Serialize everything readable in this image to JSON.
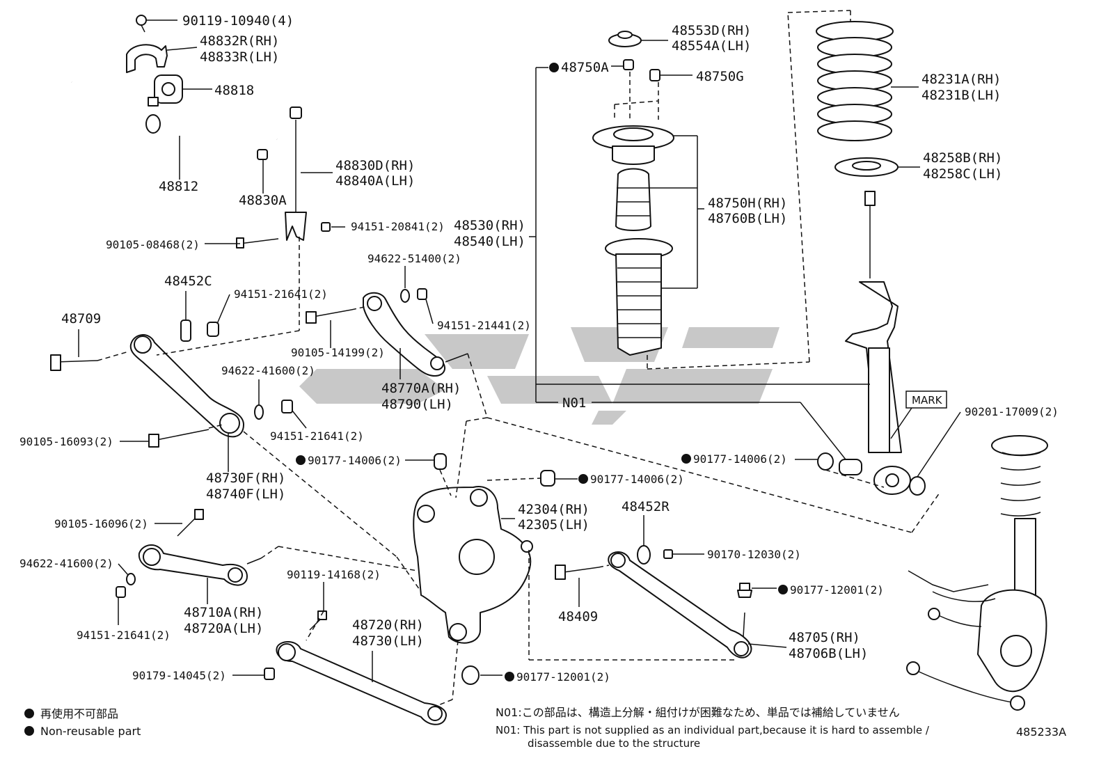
{
  "labels": {
    "p1": "90119-10940(4)",
    "p2a": "48832R(RH)",
    "p2b": "48833R(LH)",
    "p3": "48818",
    "p4": "48812",
    "p5": "48830A",
    "p6a": "48830D(RH)",
    "p6b": "48840A(LH)",
    "p7": "94151-20841(2)",
    "p8": "90105-08468(2)",
    "p9": "94622-51400(2)",
    "p10": "48452C",
    "p11": "94151-21641(2)",
    "p12": "94151-21441(2)",
    "p13": "48709",
    "p14": "90105-14199(2)",
    "p15a": "48770A(RH)",
    "p15b": "48790(LH)",
    "p16": "94622-41600(2)",
    "p17": "94151-21641(2)",
    "p18": "90105-16093(2)",
    "p19a": "48730F(RH)",
    "p19b": "48740F(LH)",
    "p20": "90177-14006(2)",
    "p21": "90177-14006(2)",
    "p22": "90177-14006(2)",
    "p23a": "42304(RH)",
    "p23b": "42305(LH)",
    "p24": "48452R",
    "p25": "90105-16096(2)",
    "p26": "94622-41600(2)",
    "p27a": "48710A(RH)",
    "p27b": "48720A(LH)",
    "p28": "94151-21641(2)",
    "p29": "90119-14168(2)",
    "p30": "90170-12030(2)",
    "p31": "48409",
    "p32": "90177-12001(2)",
    "p33a": "48720(RH)",
    "p33b": "48730(LH)",
    "p34a": "48705(RH)",
    "p34b": "48706B(LH)",
    "p35": "90179-14045(2)",
    "p36": "90177-12001(2)",
    "p37a": "48553D(RH)",
    "p37b": "48554A(LH)",
    "p38": "48750A",
    "p39": "48750G",
    "p40a": "48231A(RH)",
    "p40b": "48231B(LH)",
    "p41a": "48258B(RH)",
    "p41b": "48258C(LH)",
    "p42a": "48750H(RH)",
    "p42b": "48760B(LH)",
    "p43a": "48530(RH)",
    "p43b": "48540(LH)",
    "p44": "N01",
    "p45": "MARK",
    "p46": "90201-17009(2)"
  },
  "legend": {
    "jp": "再使用不可部品",
    "en": "Non-reusable part"
  },
  "notes": {
    "jp": "N01:この部品は、構造上分解・組付けが困難なため、単品では補給していません",
    "en1": "N01: This part is not supplied as an individual part,because it is hard to assemble /",
    "en2": "disassemble due to the structure"
  },
  "diagram_id": "485233A",
  "colors": {
    "ink": "#111111",
    "watermark": "#9a9a9a",
    "background": "#ffffff"
  }
}
